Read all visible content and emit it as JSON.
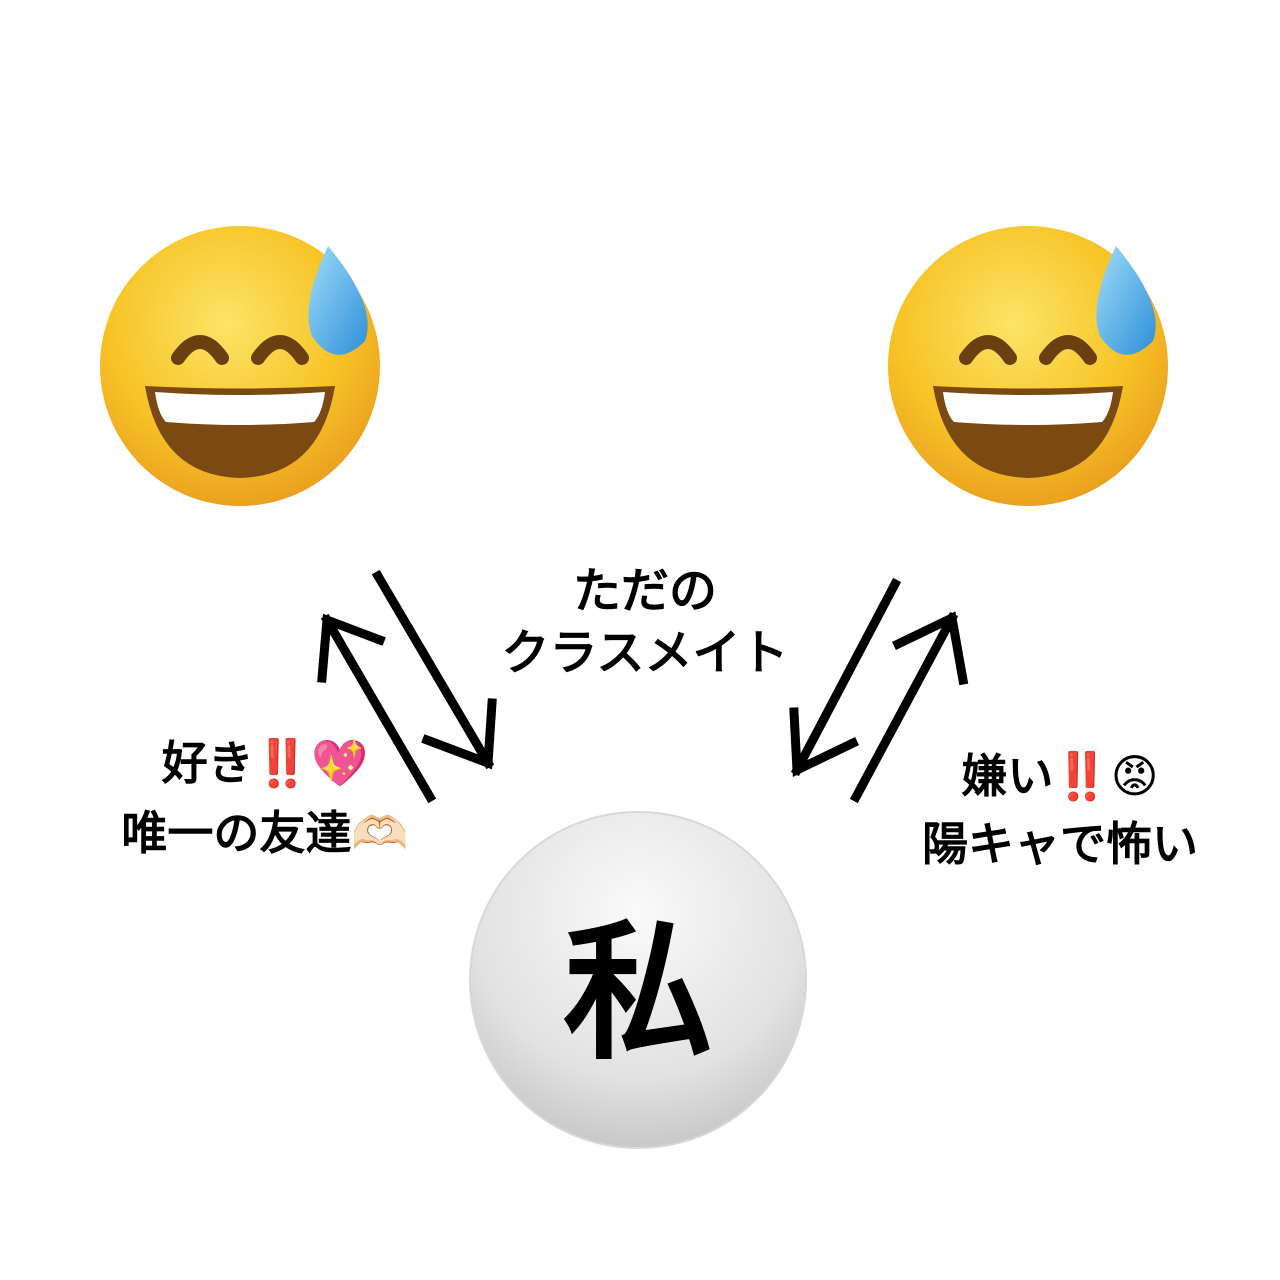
{
  "diagram": {
    "person_left": {
      "icon": "grinning-face-with-sweat-icon"
    },
    "person_right": {
      "icon": "grinning-face-with-sweat-icon"
    },
    "me": {
      "label": "私"
    },
    "left_relation": {
      "line1": "好き‼️💖",
      "line2": "唯一の友達🫶🏻"
    },
    "center_relation": {
      "line1": "ただの",
      "line2": "クラスメイト"
    },
    "right_relation": {
      "line1": "嫌い‼️😡",
      "line2": "陽キャで怖い"
    },
    "colors": {
      "face_yellow": "#F7C326",
      "face_orange": "#E89A1E",
      "mouth_brown": "#7A4A12",
      "sweat_blue": "#3FA9E8",
      "me_circle_light": "#F3F3F3",
      "me_circle_dark": "#CFCFCF",
      "arrow": "#000000"
    }
  }
}
